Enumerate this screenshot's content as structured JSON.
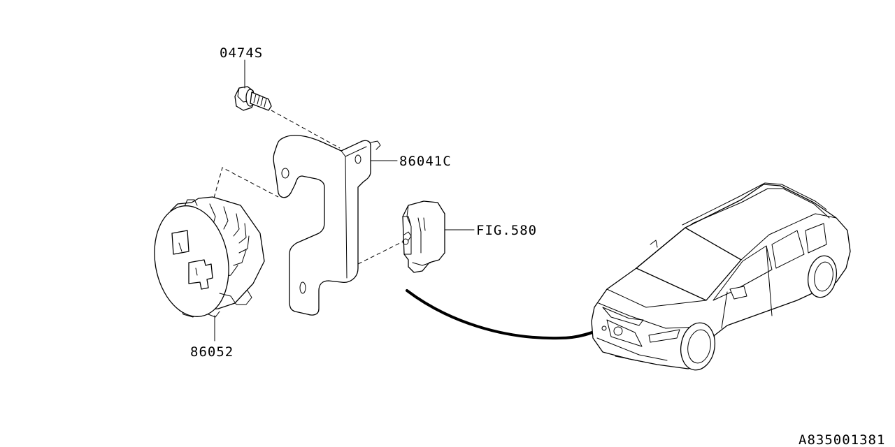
{
  "labels": {
    "bolt": "0474S",
    "bracket": "86041C",
    "figure_ref": "FIG.580",
    "horn": "86052",
    "diagram_id": "A835001381"
  }
}
